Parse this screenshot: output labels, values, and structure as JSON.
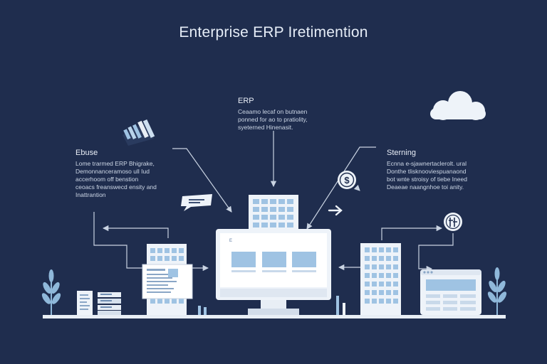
{
  "title": "Enterprise ERP Iretimention",
  "blocks": {
    "top": {
      "heading": "ERP",
      "body": "Ceaamo lecaf on butnaen\nponned for ao to pratiolity,\nsyeterned Hinenasit."
    },
    "left": {
      "heading": "Ebuse",
      "body": "Lome trarmed ERP Bhigrake,\nDemonnanceramoso ull Iud\naccerhoom off benstion\nceoacs freanswecd ensity and\nInattrantion"
    },
    "right": {
      "heading": "Sterning",
      "body": "Ecnna e-sjawnertaclerolt. ural\nDonthe tlisknooviespuanaond\nbot wnte stroisy of tiebe Ineed\nDeaeae naangnhoe toi anity."
    }
  },
  "monitor_label": "E",
  "colors": {
    "background": "#1f2d4e",
    "light_blue": "#9fc3e3",
    "pale": "#e8eef5",
    "line": "#c9d3e2",
    "plant": "#8fb8da"
  },
  "icons": [
    "cloud-icon",
    "chart-icon",
    "chat-bubble-icon",
    "dollar-coin-icon",
    "arrow-right-icon",
    "finance-icon",
    "plant-icon",
    "monitor-icon",
    "building-icon",
    "server-icon",
    "document-icon",
    "browser-window-icon"
  ]
}
